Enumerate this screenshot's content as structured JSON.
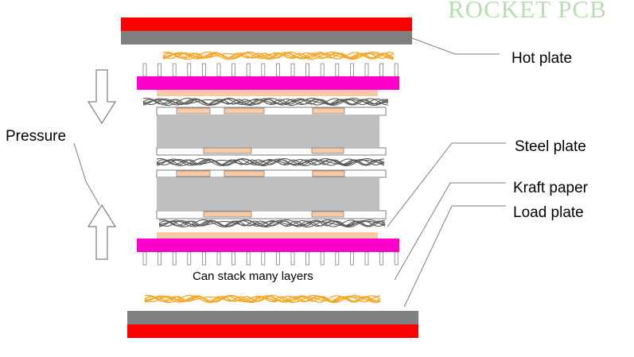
{
  "watermark": "ROCKET PCB",
  "labels": {
    "pressure": "Pressure",
    "hot_plate": "Hot plate",
    "steel_plate": "Steel plate",
    "kraft_paper": "Kraft paper",
    "load_plate": "Load plate",
    "stack_note": "Can stack many layers"
  },
  "colors": {
    "heater_red": "#ff0000",
    "heater_gray": "#808080",
    "load_plate": "#ff00cc",
    "copper": "#f9caa6",
    "core": "#bfbfbf",
    "fiber_kraft": "#f5a623",
    "fiber_prepreg": "#595959"
  }
}
